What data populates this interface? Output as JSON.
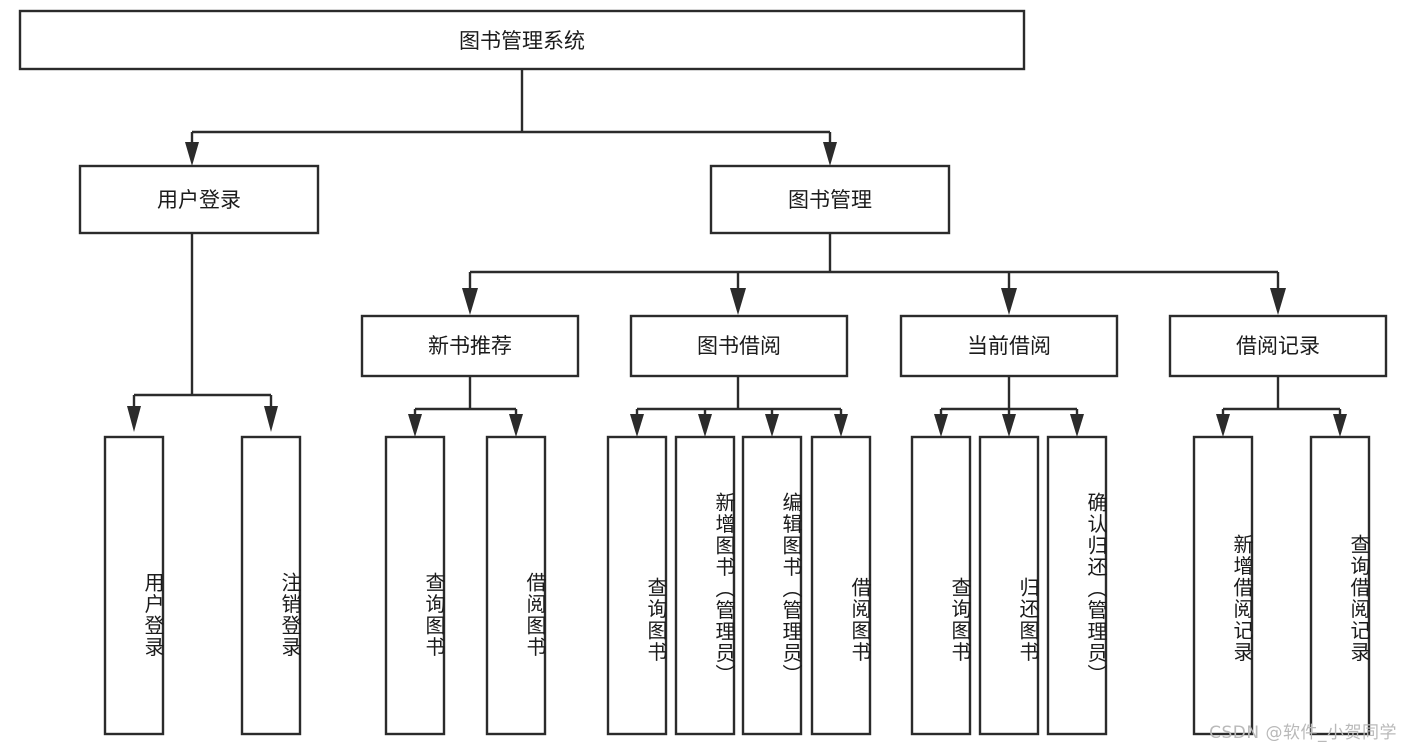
{
  "diagram": {
    "type": "tree-hierarchy",
    "title": "图书管理系统",
    "watermark": "CSDN @软件_小贺同学",
    "colors": {
      "stroke": "#2b2b2b",
      "fill": "#ffffff",
      "text": "#1b1b1b",
      "watermark": "#b9b9b9"
    },
    "root": {
      "label": "图书管理系统"
    },
    "level2": [
      {
        "label": "用户登录"
      },
      {
        "label": "图书管理"
      }
    ],
    "level3": [
      {
        "label": "新书推荐"
      },
      {
        "label": "图书借阅"
      },
      {
        "label": "当前借阅"
      },
      {
        "label": "借阅记录"
      }
    ],
    "leaves": {
      "user_login": [
        {
          "label": "用户登录"
        },
        {
          "label": "注销登录"
        }
      ],
      "new_book": [
        {
          "label": "查询图书"
        },
        {
          "label": "借阅图书"
        }
      ],
      "book_borrow": [
        {
          "label": "查询图书"
        },
        {
          "label": "新增图书（管理员）"
        },
        {
          "label": "编辑图书（管理员）"
        },
        {
          "label": "借阅图书"
        }
      ],
      "current_borrow": [
        {
          "label": "查询图书"
        },
        {
          "label": "归还图书"
        },
        {
          "label": "确认归还（管理员）"
        }
      ],
      "borrow_record": [
        {
          "label": "新增借阅记录"
        },
        {
          "label": "查询借阅记录"
        }
      ]
    }
  }
}
